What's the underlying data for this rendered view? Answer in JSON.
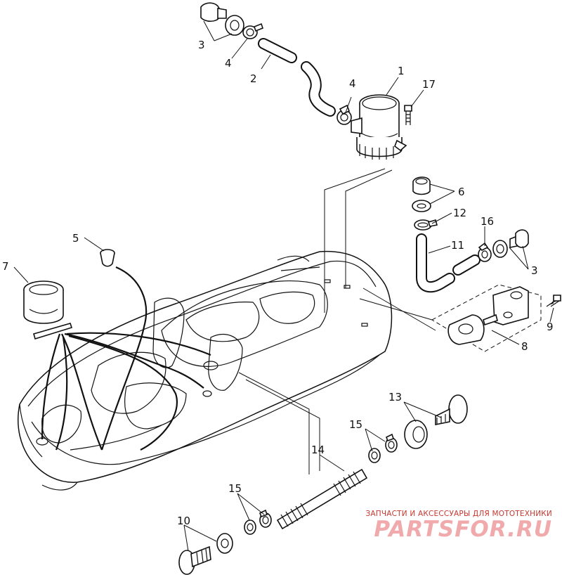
{
  "diagram": {
    "callouts": {
      "c1": "1",
      "c2": "2",
      "c3a": "3",
      "c3b": "3",
      "c4a": "4",
      "c4b": "4",
      "c5": "5",
      "c6": "6",
      "c7": "7",
      "c8": "8",
      "c9": "9",
      "c10": "10",
      "c11": "11",
      "c12": "12",
      "c13": "13",
      "c14": "14",
      "c15a": "15",
      "c15b": "15",
      "c16": "16",
      "c17": "17"
    }
  },
  "watermark": {
    "tagline": "ЗАПЧАСТИ И АКСЕССУАРЫ ДЛЯ МОТОТЕХНИКИ",
    "logo": "PARTSFOR.RU",
    "color": "#e0454a"
  }
}
